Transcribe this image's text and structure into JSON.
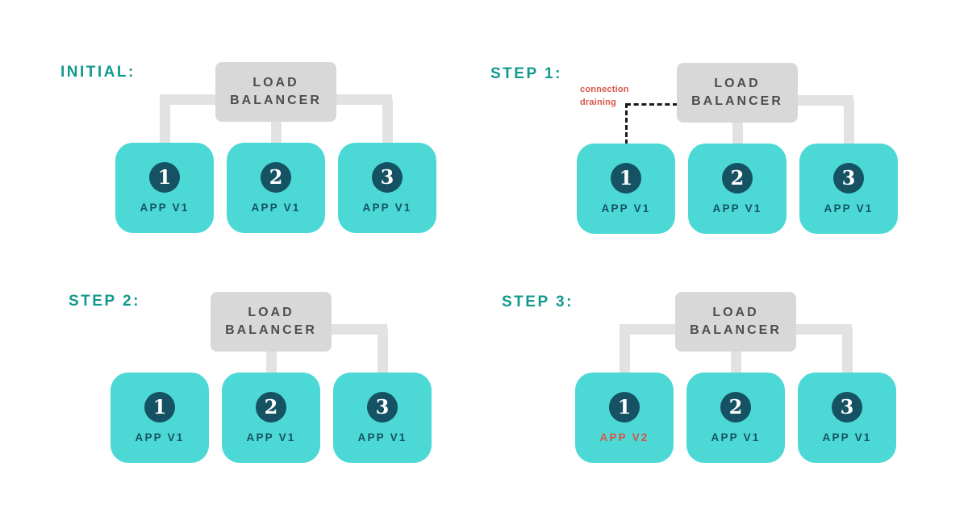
{
  "title": "Rolling deployment with load balancer - four step diagram",
  "colors": {
    "background": "#ffffff",
    "panel_label": "#12998c",
    "load_balancer_bg": "#d8d8d8",
    "load_balancer_text": "#4d4d4d",
    "app_box_bg": "#4cd9d5",
    "node_circle_bg": "#155263",
    "node_circle_text": "#ffffff",
    "app_text": "#155263",
    "app_v2_text": "#d85348",
    "connector": "#e2e2e2",
    "draining_line": "#1a1a1a",
    "draining_text": "#d85348"
  },
  "panels": [
    {
      "label": "INITIAL:",
      "load_balancer": "LOAD BALANCER",
      "nodes": [
        {
          "number": "1",
          "app": "APP V1",
          "connection": "connected"
        },
        {
          "number": "2",
          "app": "APP V1",
          "connection": "connected"
        },
        {
          "number": "3",
          "app": "APP V1",
          "connection": "connected"
        }
      ]
    },
    {
      "label": "STEP 1:",
      "load_balancer": "LOAD BALANCER",
      "annotation": "connection draining",
      "nodes": [
        {
          "number": "1",
          "app": "APP V1",
          "connection": "draining"
        },
        {
          "number": "2",
          "app": "APP V1",
          "connection": "connected"
        },
        {
          "number": "3",
          "app": "APP V1",
          "connection": "connected"
        }
      ]
    },
    {
      "label": "STEP 2:",
      "load_balancer": "LOAD BALANCER",
      "nodes": [
        {
          "number": "1",
          "app": "APP V1",
          "connection": "disconnected"
        },
        {
          "number": "2",
          "app": "APP V1",
          "connection": "connected"
        },
        {
          "number": "3",
          "app": "APP V1",
          "connection": "connected"
        }
      ]
    },
    {
      "label": "STEP 3:",
      "load_balancer": "LOAD BALANCER",
      "nodes": [
        {
          "number": "1",
          "app": "APP V2",
          "updated": true,
          "connection": "connected"
        },
        {
          "number": "2",
          "app": "APP V1",
          "connection": "connected"
        },
        {
          "number": "3",
          "app": "APP V1",
          "connection": "connected"
        }
      ]
    }
  ]
}
